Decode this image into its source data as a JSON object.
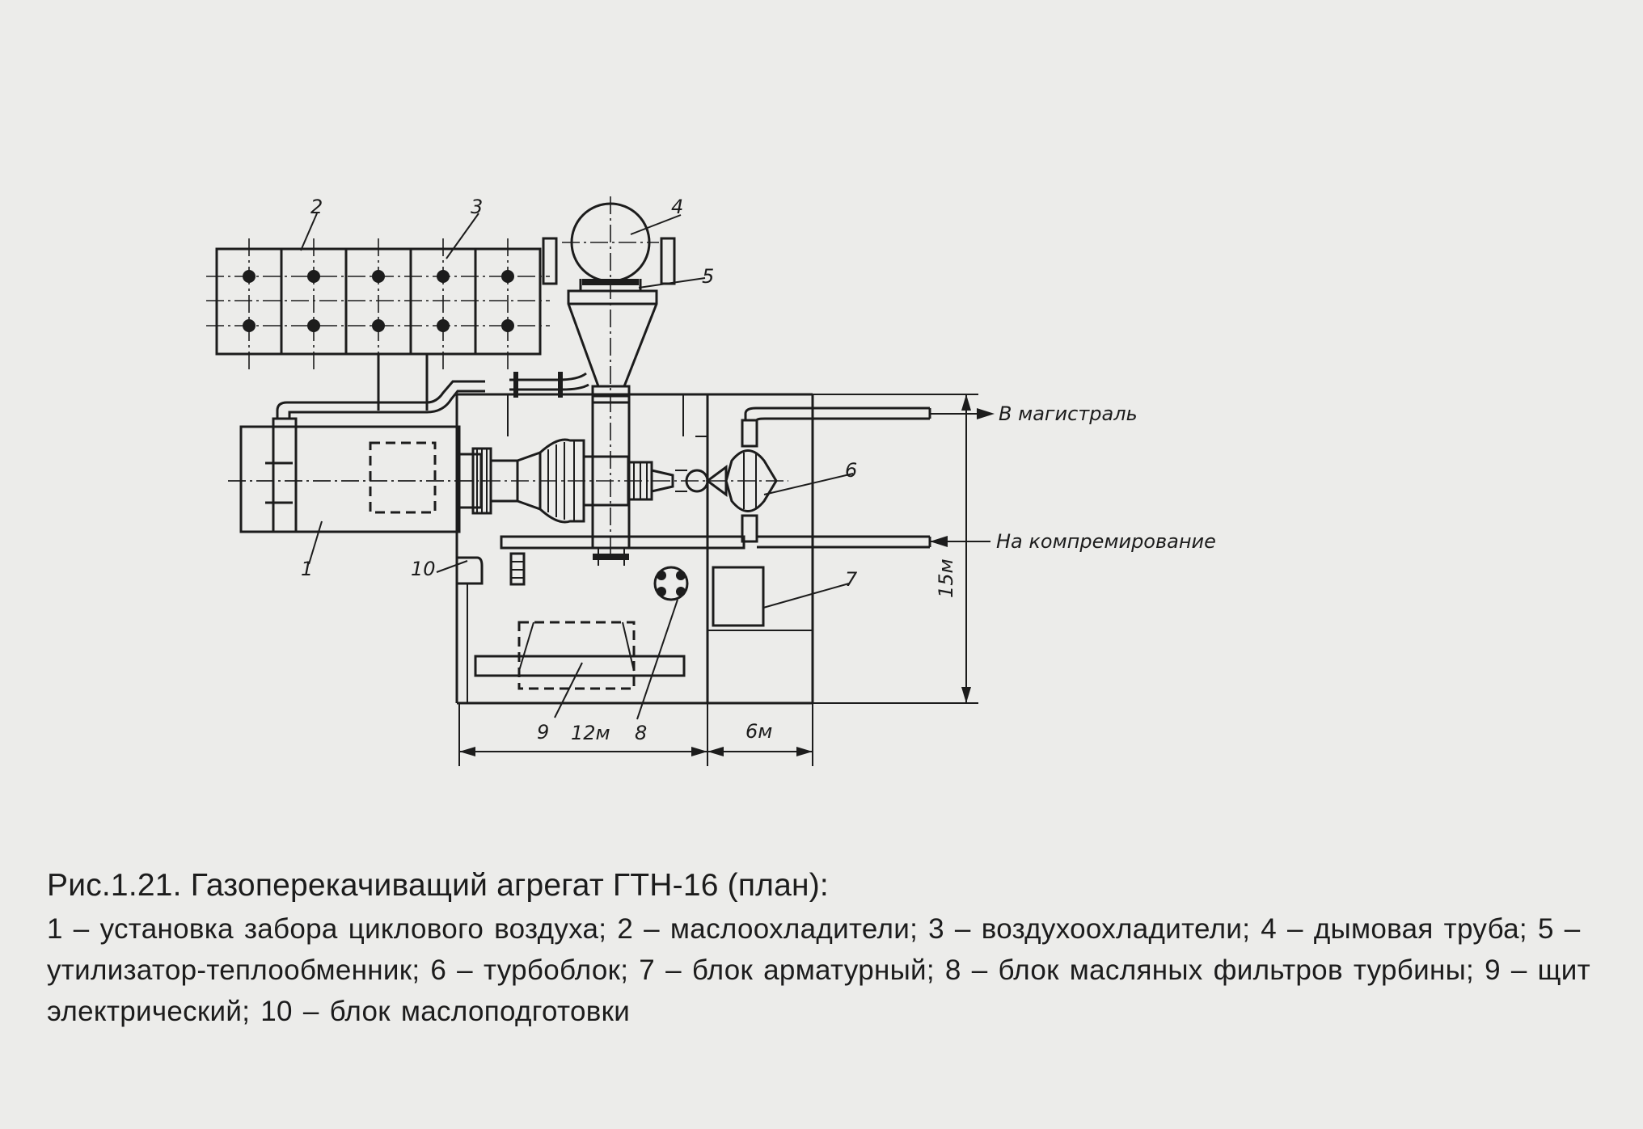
{
  "diagram": {
    "part_labels": [
      "1",
      "2",
      "3",
      "4",
      "5",
      "6",
      "7",
      "8",
      "9",
      "10"
    ],
    "flow_labels": {
      "outlet": "В магистраль",
      "inlet": "На компремирование"
    },
    "dimensions": {
      "width_main": "12м",
      "width_side": "6м",
      "height": "15м"
    }
  },
  "caption": {
    "title": "Рис.1.21.  Газоперекачиващий агрегат  ГТН-16 (план):",
    "legend": "1 – установка забора циклового воздуха;  2 – маслоохладители; 3 – воздухоохладители; 4 – дымовая труба;  5 – утилизатор-теплообменник;  6 – турбоблок;   7 – блок арматурный;   8 – блок масляных фильтров турбины;  9 – щит электрический;  10 – блок маслоподготовки"
  }
}
